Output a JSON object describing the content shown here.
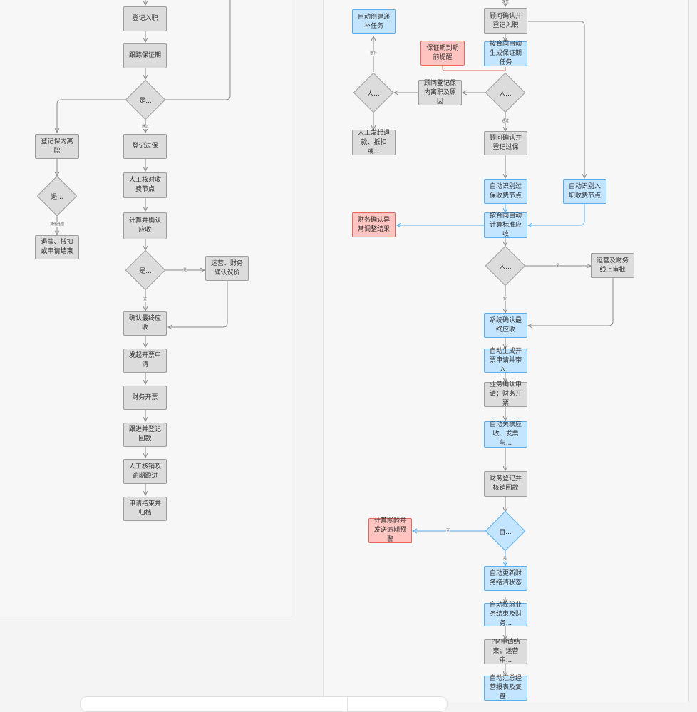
{
  "left": {
    "nodes": {
      "n1": "登记入职",
      "n2": "跟踪保证期",
      "d1": "是...",
      "n3": "登记保内离职",
      "n4": "登记过保",
      "d2": "退...",
      "n5": "退款、抵扣或申请结束",
      "n6": "人工核对收费节点",
      "n7": "计算并确认应收",
      "d3": "是...",
      "n8": "运营、财务确认议价",
      "n9": "确认最终应收",
      "n10": "发起开票申请",
      "n11": "财务开票",
      "n12": "跟进并登记回款",
      "n13": "人工核销及逾期跟进",
      "n14": "申请结束并归档"
    },
    "labels": {
      "l1": "通过",
      "l2": "其他处理",
      "l3": "是",
      "l4": "否"
    }
  },
  "right": {
    "nodes": {
      "r1": "自动创建递补任务",
      "r2": "顾问确认并登记入职",
      "r3": "保证期到期前提醒",
      "r4": "按合同自动生成保证期任务",
      "rd1": "人...",
      "r5": "顾问登记保内离职及原因",
      "rd2": "人...",
      "r6": "人工发起退款、抵扣或...",
      "r7": "顾问确认并登记过保",
      "r8": "自动识别过保收费节点",
      "r9": "自动识别入职收费节点",
      "r10": "财务确认异常调整结果",
      "r11": "按合同自动计算标准应收",
      "rd3": "人...",
      "r12": "运营及财务线上审批",
      "r13": "系统确认最终应收",
      "r14": "自动生成开票申请并带入...",
      "r15": "业务确认申请；财务开票",
      "r16": "自动关联应收、发票与...",
      "r17": "财务登记并核销回款",
      "rd4": "自...",
      "r18": "计算账龄并发送逾期预警",
      "r19": "自动更新财务结清状态",
      "r20": "自动校验业务结束及财务...",
      "r21": "PM申请结束；运营审...",
      "r22": "自动汇总经营报表及复盘..."
    },
    "labels": {
      "l0": "成交",
      "l1": "递补",
      "l2": "通过",
      "l3": "是",
      "l4": "否",
      "l5": "否",
      "l6": "是"
    }
  },
  "colors": {
    "gray_fill": "#dcdcdc",
    "blue_fill": "#c3e5ff",
    "red_fill": "#ffc4c0",
    "line_gray": "#8a8a8a",
    "line_blue": "#5aaef0",
    "line_red": "#e0685e"
  }
}
